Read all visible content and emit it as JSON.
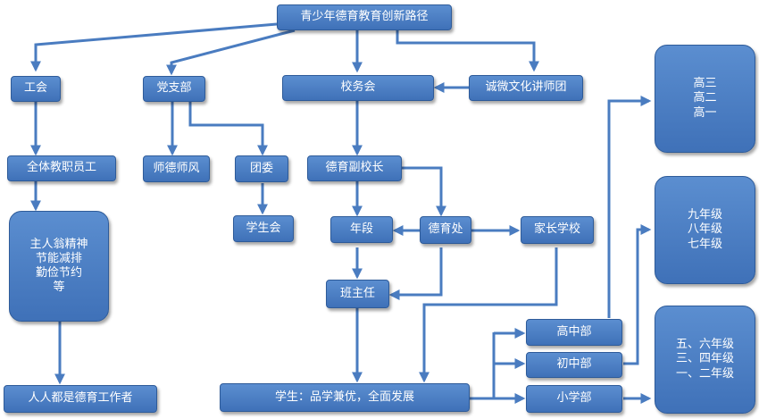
{
  "nodes": {
    "root": "青少年德育教育创新路径",
    "union": "工会",
    "party": "党支部",
    "school_affairs": "校务会",
    "integrity_group": "诚微文化讲师团",
    "all_staff": "全体教职员工",
    "teacher_ethics": "师德师风",
    "youth_league": "团委",
    "vice_principal": "德育副校长",
    "spirit_lines": [
      "主人翁精神",
      "节能减排",
      "勤俭节约",
      "等"
    ],
    "student_union": "学生会",
    "grade": "年段",
    "moral_office": "德育处",
    "parent_school": "家长学校",
    "head_teacher": "班主任",
    "everyone_educator": "人人都是德育工作者",
    "students": "学生：品学兼优，全面发展",
    "senior_dept": "高中部",
    "junior_dept": "初中部",
    "primary_dept": "小学部",
    "senior_grades": [
      "高三",
      "高二",
      "高一"
    ],
    "junior_grades": [
      "九年级",
      "八年级",
      "七年级"
    ],
    "primary_grades": [
      "五、六年级",
      "三、四年级",
      "一、二年级"
    ]
  },
  "colors": {
    "box_fill": "#4a7cc0",
    "box_border": "#2e5b99",
    "line": "#4a7cc0",
    "text": "#ffffff"
  }
}
